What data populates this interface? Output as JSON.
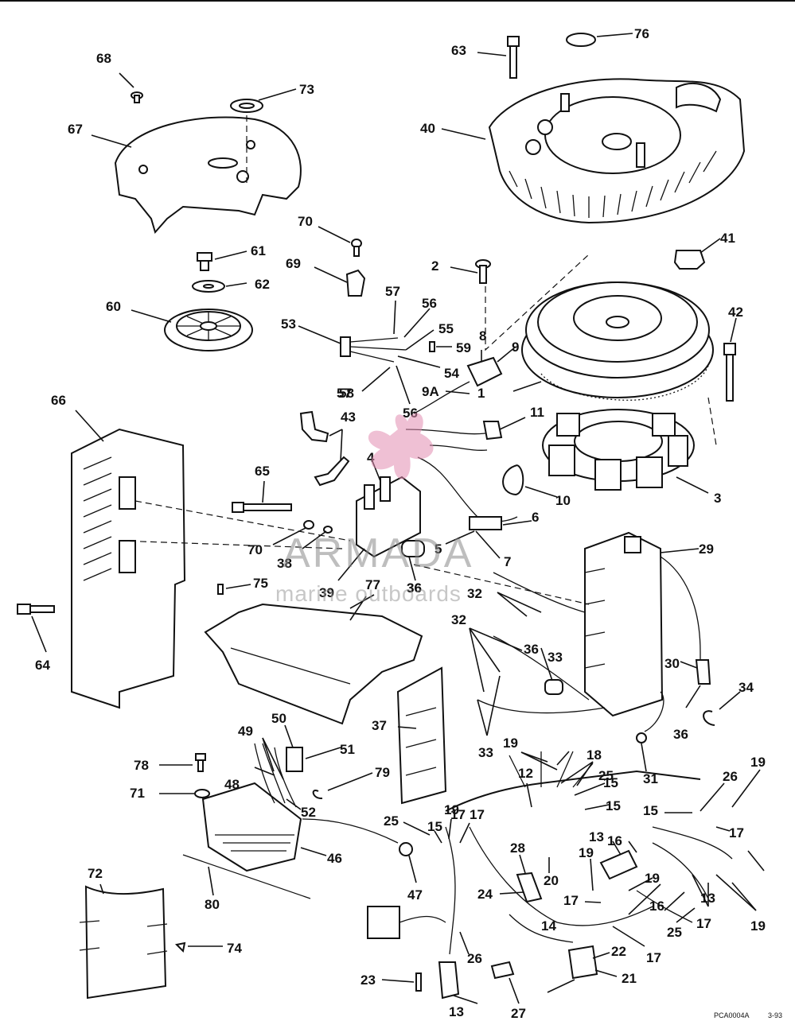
{
  "watermark": {
    "brand": "ARMADA",
    "tagline": "marine outboards"
  },
  "footer": {
    "code": "PCA0004A",
    "date": "3-93"
  },
  "callouts": [
    "1",
    "2",
    "3",
    "4",
    "5",
    "6",
    "7",
    "8",
    "9",
    "9A",
    "10",
    "11",
    "12",
    "13",
    "13",
    "13",
    "14",
    "15",
    "15",
    "15",
    "15",
    "16",
    "16",
    "17",
    "17",
    "17",
    "17",
    "17",
    "17",
    "18",
    "19",
    "19",
    "19",
    "19",
    "19",
    "19",
    "20",
    "21",
    "22",
    "23",
    "24",
    "25",
    "25",
    "25",
    "26",
    "26",
    "27",
    "28",
    "29",
    "30",
    "31",
    "32",
    "32",
    "33",
    "33",
    "34",
    "36",
    "36",
    "36",
    "36",
    "37",
    "38",
    "39",
    "40",
    "41",
    "42",
    "43",
    "46",
    "47",
    "48",
    "49",
    "50",
    "51",
    "52",
    "53",
    "54",
    "55",
    "56",
    "56",
    "57",
    "57",
    "58",
    "59",
    "60",
    "61",
    "62",
    "63",
    "64",
    "65",
    "66",
    "67",
    "68",
    "69",
    "70",
    "70",
    "71",
    "72",
    "73",
    "74",
    "75",
    "76",
    "77",
    "78",
    "79",
    "80"
  ]
}
